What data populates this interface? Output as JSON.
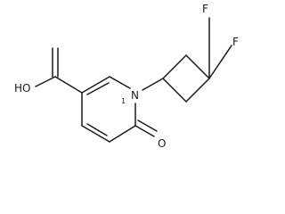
{
  "molecule": {
    "labels": {
      "hydroxyl": "HO",
      "ring_nitrogen": "N",
      "ring_nitrogen_locant": "1",
      "carbonyl_oxygen": "O",
      "fluorine_upper": "F",
      "fluorine_right": "F"
    }
  }
}
